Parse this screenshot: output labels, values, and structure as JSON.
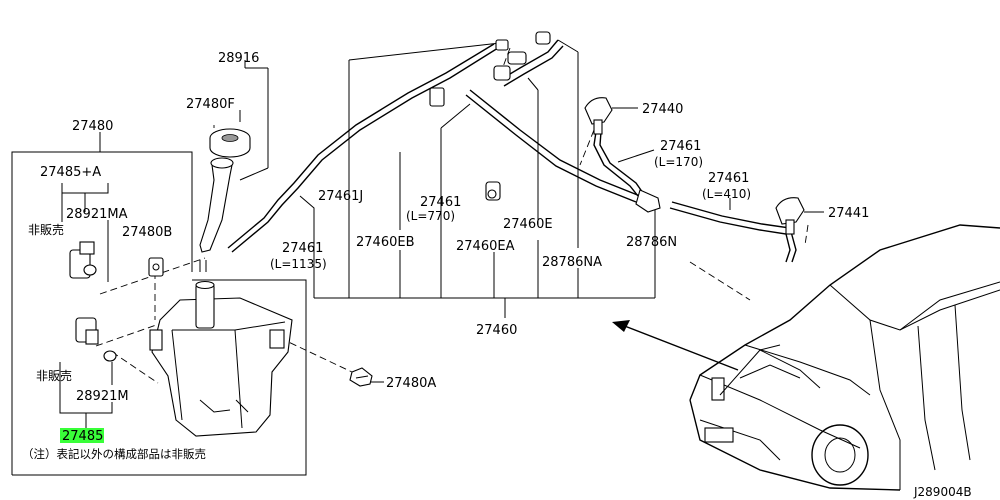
{
  "labels": {
    "p28916": "28916",
    "p27480F": "27480F",
    "p27480": "27480",
    "p27485A": "27485+A",
    "p28921MA": "28921MA",
    "hibanbai_top": "非販売",
    "p27480B": "27480B",
    "hibanbai_bottom": "非販売",
    "p28921M": "28921M",
    "p27485": "27485",
    "p27461J": "27461J",
    "p27461_770": "27461",
    "len_770": "(L=770)",
    "p27460EB": "27460EB",
    "p27460EA": "27460EA",
    "p27460E": "27460E",
    "p27461_1135": "27461",
    "len_1135": "(L=1135)",
    "p28786NA": "28786NA",
    "p28786N": "28786N",
    "p27460": "27460",
    "p27440": "27440",
    "p27461_170": "27461",
    "len_170": "(L=170)",
    "p27461_410": "27461",
    "len_410": "(L=410)",
    "p27441": "27441",
    "p27480A": "27480A",
    "footnote": "（注）表記以外の構成部品は非販売",
    "diagram_code": "J289004B"
  },
  "colors": {
    "highlight": "#39ff39",
    "line": "#000000",
    "background": "#ffffff"
  }
}
